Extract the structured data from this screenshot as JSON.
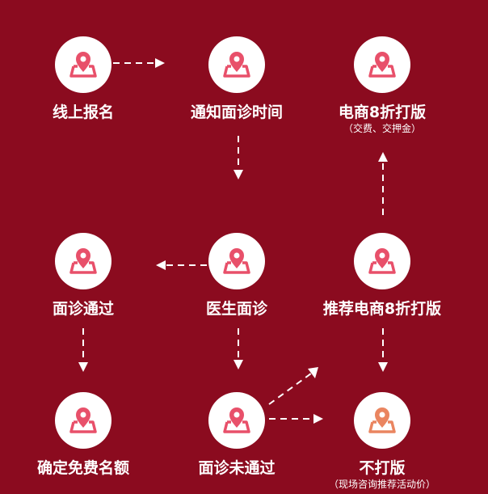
{
  "colors": {
    "background": "#8b0b1f",
    "icon": "#e8506a",
    "icon_alt": "#ea8560",
    "arrow": "#ffffff"
  },
  "nodes": [
    {
      "label": "线上报名",
      "icon": "map-pin-icon"
    },
    {
      "label": "通知面诊时间",
      "icon": "map-pin-icon"
    },
    {
      "label": "电商8折打版",
      "sub": "（交费、交押金）",
      "icon": "map-pin-icon"
    },
    {
      "label": "面诊通过",
      "icon": "map-pin-icon"
    },
    {
      "label": "医生面诊",
      "icon": "map-pin-icon"
    },
    {
      "label": "推荐电商8折打版",
      "icon": "map-pin-icon"
    },
    {
      "label": "确定免费名额",
      "icon": "map-pin-icon"
    },
    {
      "label": "面诊未通过",
      "icon": "map-pin-icon"
    },
    {
      "label": "不打版",
      "sub": "（现场咨询推荐活动价）",
      "icon": "map-pin-icon"
    }
  ]
}
